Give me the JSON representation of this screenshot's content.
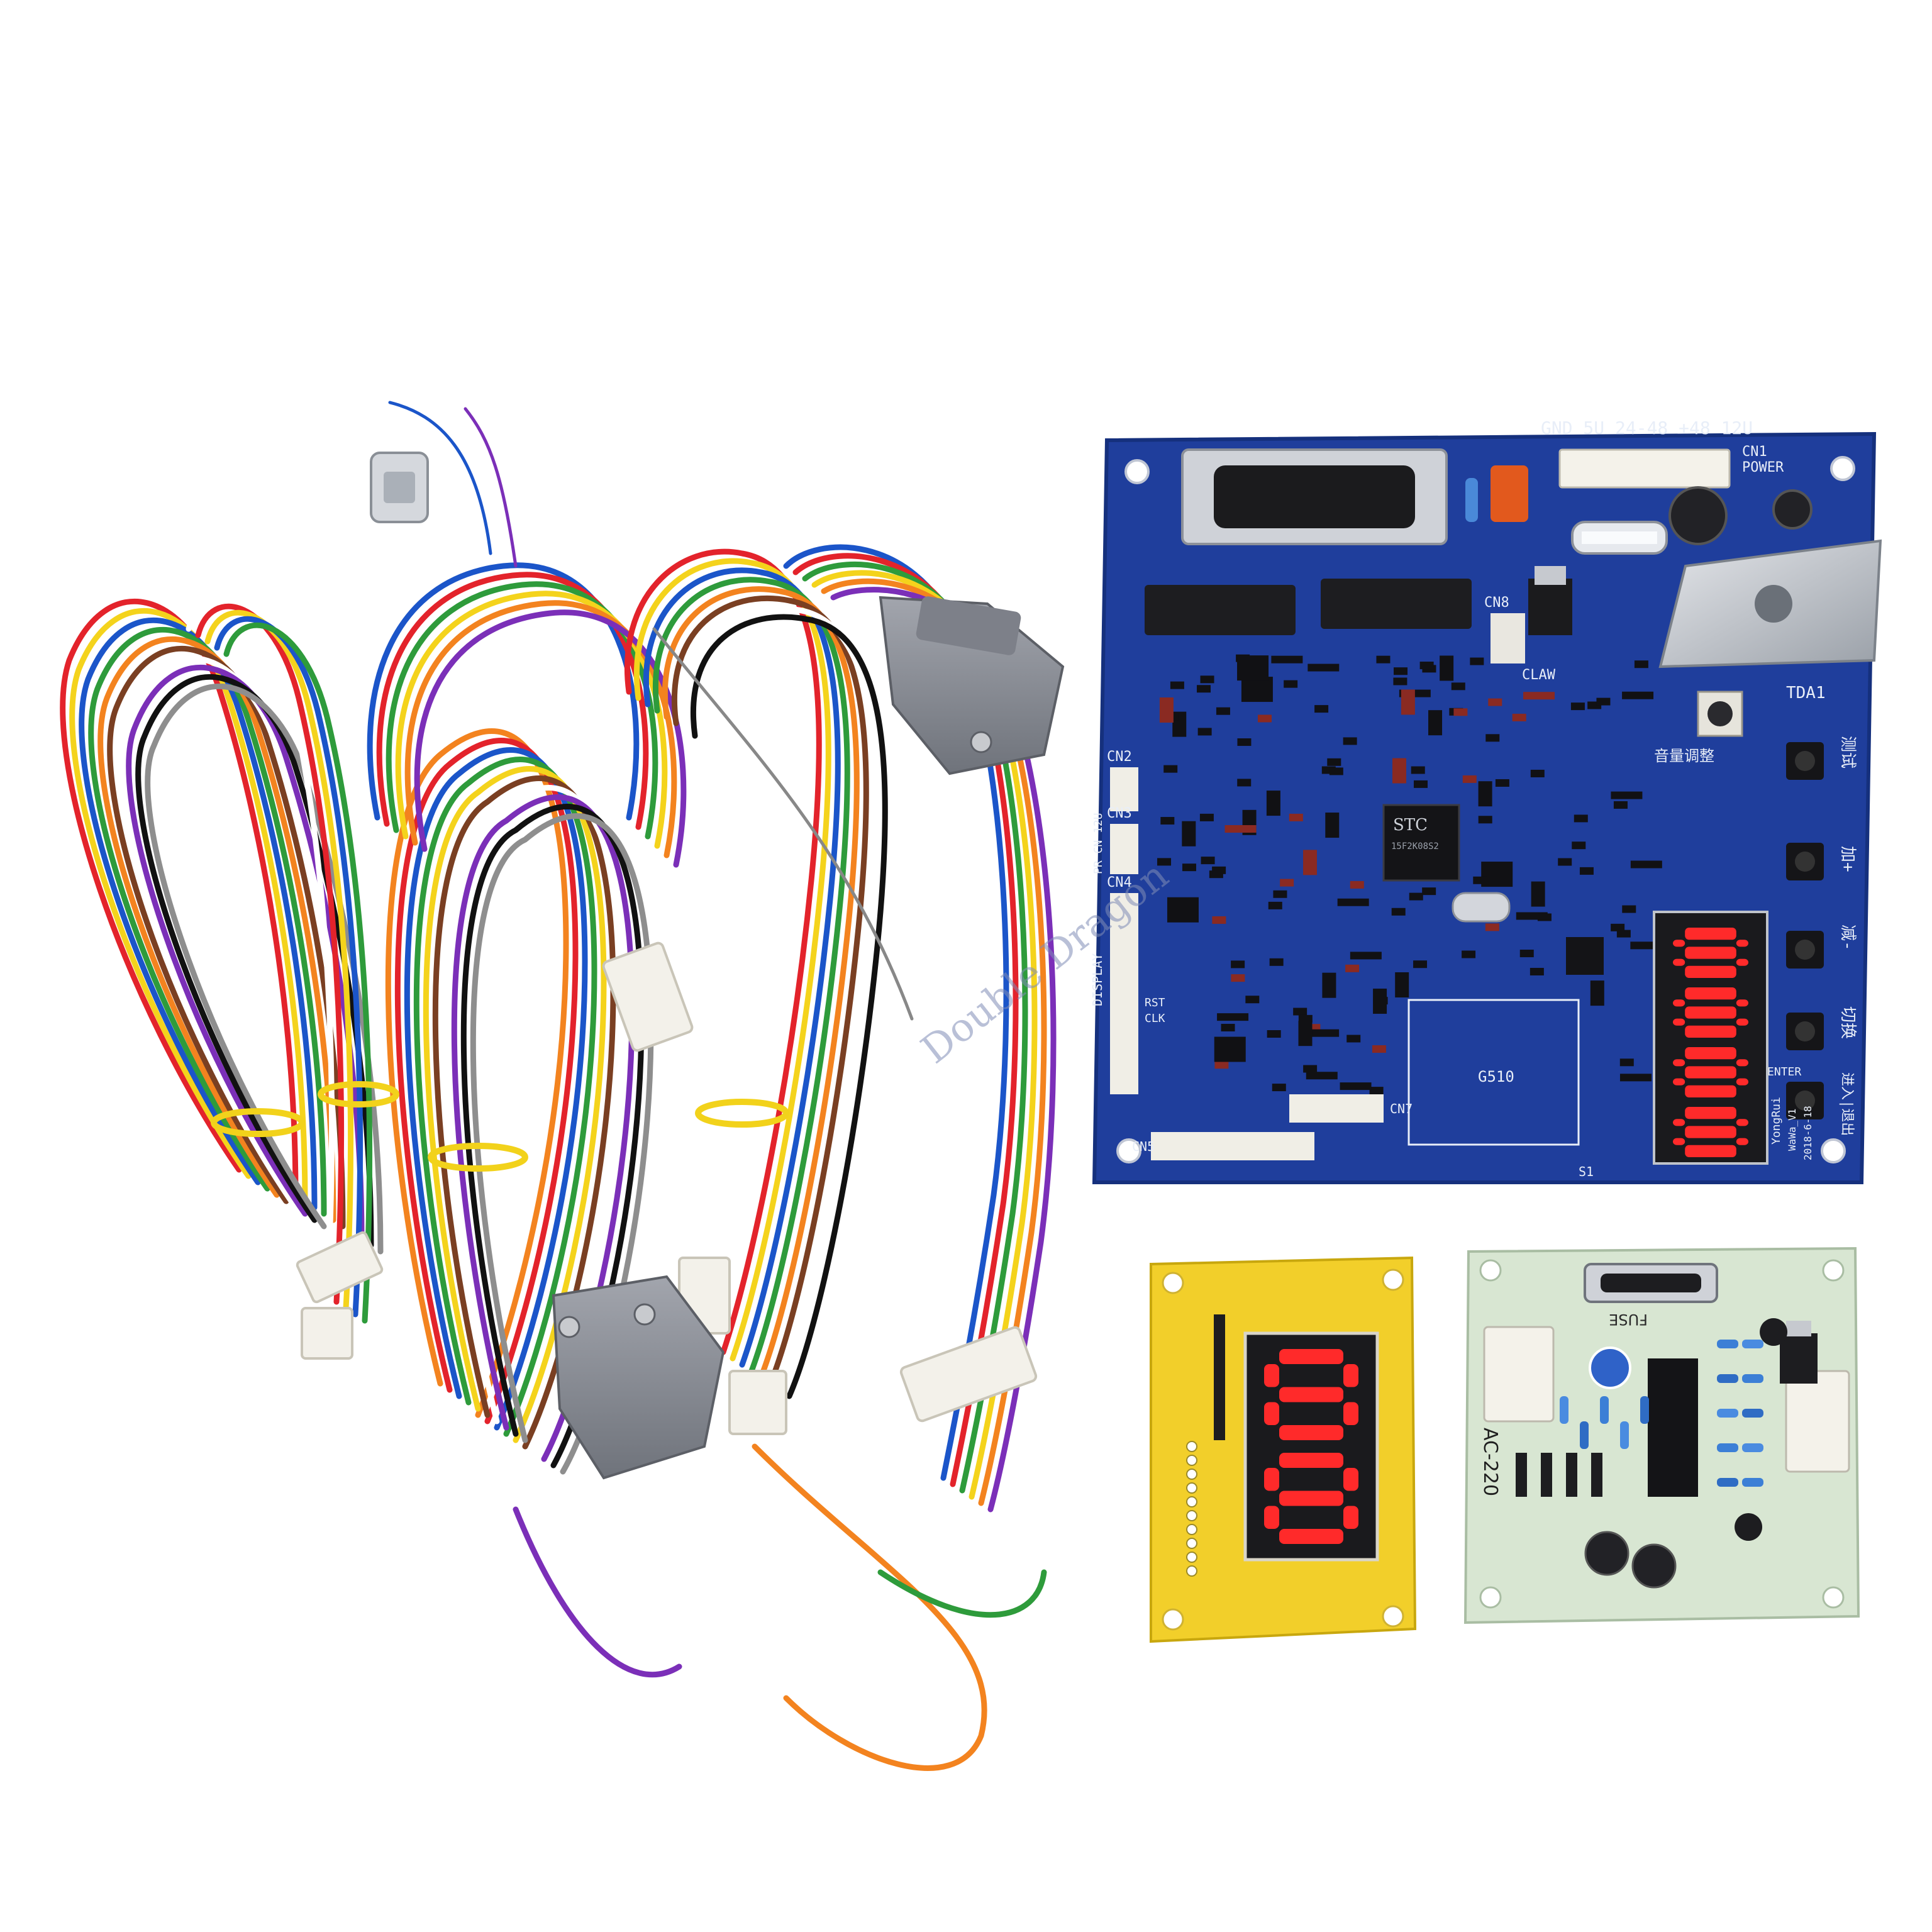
{
  "watermark": "Double Dragon",
  "main_board": {
    "labels": {
      "power_header": "GND 5U 24-48 +48 12U",
      "power": "POWER",
      "cn1": "CN1",
      "cn2": "CN2",
      "cn3": "CN3",
      "cn4": "CN4",
      "cn5": "CN5",
      "cn7": "CN7",
      "cn8": "CN8",
      "claw": "CLAW",
      "display": "DISPLAY",
      "pr_12v": "PR CN 12U",
      "tda": "TDA1",
      "mcu_brand": "STC",
      "mcu_part": "15F2K08S2",
      "module": "G510",
      "brand": "YongRui",
      "version": "WaWa_V1",
      "date": "2018-6-18",
      "test_cn": "测试",
      "plus_cn": "加+",
      "minus_cn": "减-",
      "switch_cn": "切换",
      "enter_cn": "进入|退出",
      "volume_cn": "音量调整",
      "rst": "RST",
      "clk": "CLK",
      "enter": "ENTER",
      "s1": "S1"
    },
    "display_digits": "8888"
  },
  "small_display_board": {
    "display_digits": "88"
  },
  "power_board": {
    "labels": {
      "model": "AC-220",
      "fuse": "FUSE"
    }
  },
  "colors": {
    "pcb_blue": "#1f3e9c",
    "pcb_yellow": "#f2cf2a",
    "pcb_green": "#d8e6d2",
    "led_red": "#ff2a2a",
    "connector_grey": "#8b8e96"
  }
}
